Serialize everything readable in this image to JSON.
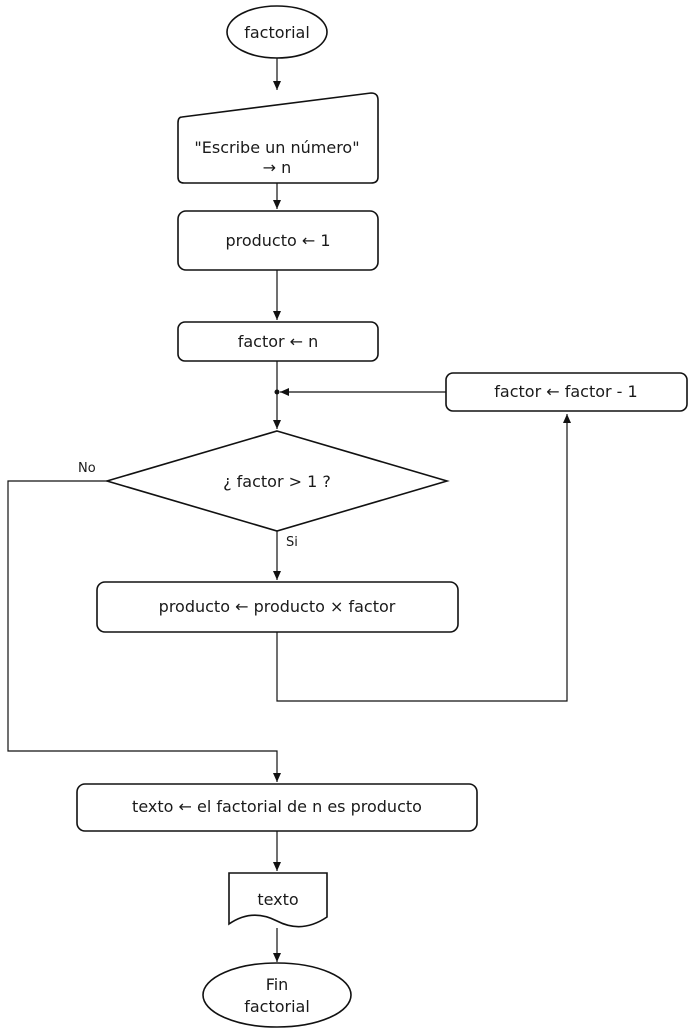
{
  "nodes": {
    "start": "factorial",
    "input_line1": "\"Escribe un número\"",
    "input_line2": "→ n",
    "init_producto": "producto ← 1",
    "init_factor": "factor ← n",
    "decrement": "factor ← factor - 1",
    "decision": "¿ factor > 1 ?",
    "multiply": "producto ← producto × factor",
    "set_text": "texto ← el factorial de n es producto",
    "output": "texto",
    "end_line1": "Fin",
    "end_line2": "factorial"
  },
  "edges": {
    "no_label": "No",
    "yes_label": "Si"
  }
}
